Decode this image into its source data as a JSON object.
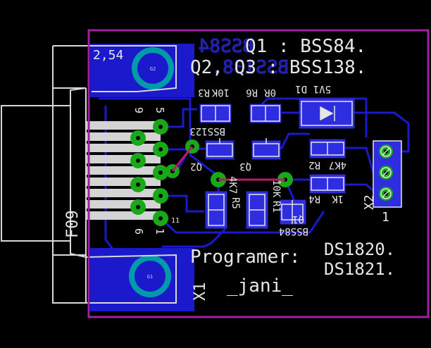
{
  "title_lines": [
    "Q1 : BSS84.",
    "Q2, Q3 : BSS138."
  ],
  "mirrored_title_lines": [
    "BSS84.",
    "BSS138."
  ],
  "mount_hole_spacing": "2,54",
  "hole_labels": [
    "G2",
    "G1"
  ],
  "connector": {
    "name": "F09",
    "ref": "X1",
    "pin_numbers": [
      "9",
      "5",
      "6",
      "1",
      "11"
    ]
  },
  "components": {
    "r3": "R3",
    "r3_value": "10K",
    "r6": "R6",
    "r6_value": "0R",
    "d1": "D1",
    "d1_value": "5V1",
    "q1_part": "BSS123",
    "q2": "Q2",
    "q3": "Q3",
    "r2": "R2",
    "r2_value": "4K7",
    "r4": "R4",
    "r4_value": "1K",
    "r5": "R5",
    "r5_value": "4K7",
    "r1": "R1",
    "r1_value": "10K",
    "q1": "Q1",
    "q1_value": "BSS84"
  },
  "terminal": {
    "ref": "X2",
    "pin1": "1"
  },
  "footer": {
    "line1": "Programer:",
    "line1_part": "DS1820.",
    "line2_part": "DS1821.",
    "author": "_jani_"
  },
  "colors": {
    "background": "#000000",
    "copper": "#1a1acc",
    "copper_pad": "#2e2ee0",
    "silk": "#e6e6e6",
    "via": "#18a818",
    "outline": "#a020a0",
    "teal": "#009aa8",
    "air_wire": "#b81c6e"
  }
}
